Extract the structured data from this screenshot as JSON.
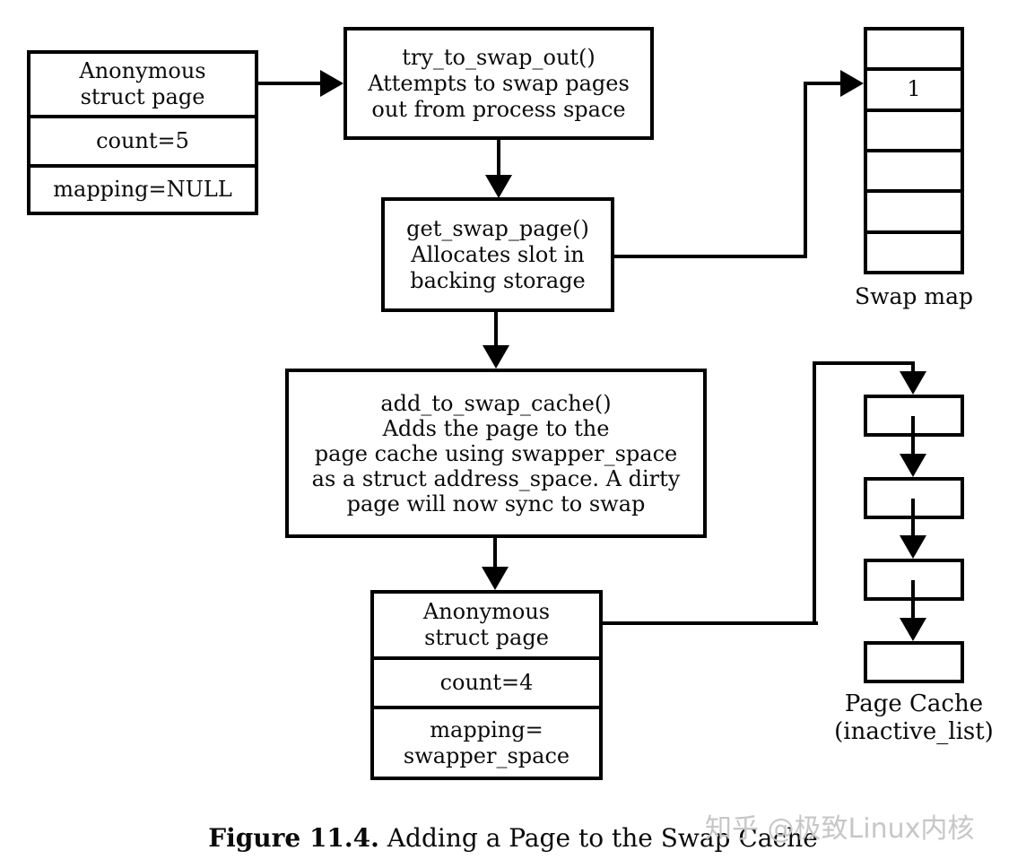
{
  "figure": {
    "caption_bold": "Figure 11.4.",
    "caption_rest": " Adding a Page to the Swap Cache",
    "watermark": "知乎 @极致Linux内核"
  },
  "nodes": {
    "anon_before": {
      "title": "Anonymous\nstruct page",
      "count": "count=5",
      "mapping": "mapping=NULL"
    },
    "try_to_swap_out": {
      "text": "try_to_swap_out()\nAttempts to swap pages\nout from process space"
    },
    "get_swap_page": {
      "text": "get_swap_page()\nAllocates slot in\nbacking storage"
    },
    "add_to_swap_cache": {
      "text": "add_to_swap_cache()\nAdds the page to the\npage cache using swapper_space\nas a struct address_space. A dirty\npage will now sync to swap"
    },
    "anon_after": {
      "title": "Anonymous\nstruct page",
      "count": "count=4",
      "mapping": "mapping=\nswapper_space"
    },
    "swap_map": {
      "label": "Swap map",
      "cells": [
        "",
        "1",
        "",
        "",
        "",
        ""
      ]
    },
    "page_cache": {
      "label": "Page Cache\n(inactive_list)",
      "box_count": 4
    }
  },
  "colors": {
    "line": "#000000",
    "background": "#ffffff",
    "watermark": "#c7c7c7"
  }
}
